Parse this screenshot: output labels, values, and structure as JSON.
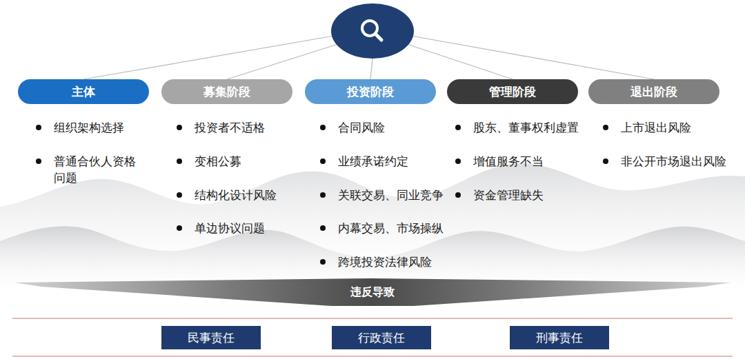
{
  "diagram": {
    "nodes": [
      {
        "text": [
          "主体"
        ]
      },
      {
        "text": [
          "募集阶段"
        ]
      },
      {
        "text": [
          "投资阶段"
        ]
      },
      {
        "text": [
          "管理阶段"
        ]
      },
      {
        "text": [
          "退出阶段"
        ]
      },
      {
        "text": [
          "违反导致"
        ]
      },
      {
        "text": [
          "民事责任"
        ]
      },
      {
        "text": [
          "行政责任"
        ]
      },
      {
        "text": [
          "刑事责任"
        ]
      }
    ],
    "labels": [
      "组织架构选择",
      "普通合伙人资格问题",
      "投资者不适格",
      "变相公募",
      "结构化设计风险",
      "单边协议问题",
      "合同风险",
      "业绩承诺约定",
      "关联交易、同业竞争",
      "内幕交易、市场操纵",
      "跨境投资法律风险",
      "股东、董事权利虚置",
      "增值服务不当",
      "资金管理缺失",
      "上市退出风险",
      "非公开市场退出风险"
    ]
  }
}
